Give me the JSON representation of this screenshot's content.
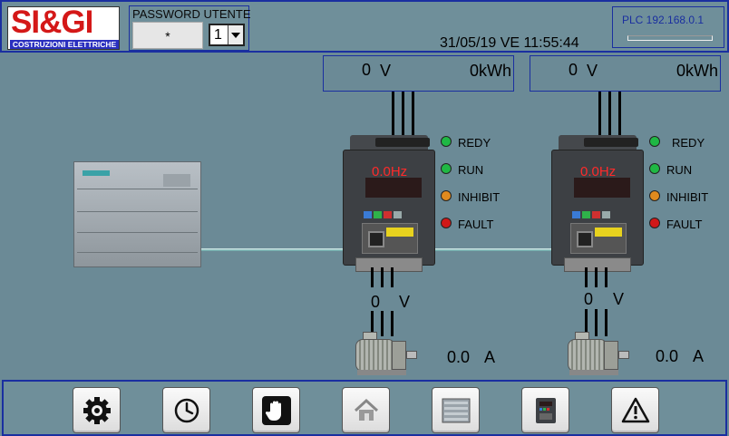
{
  "header": {
    "logo": {
      "text": "SI&GI",
      "subtitle": "COSTRUZIONI ELETTRICHE"
    },
    "password": {
      "label": "PASSWORD UTENTE",
      "value": "*"
    },
    "user_select": {
      "value": "1"
    },
    "datetime": "31/05/19 VE 11:55:44",
    "plc": {
      "label": "PLC 192.168.0.1"
    }
  },
  "drives": [
    {
      "meter": {
        "voltage": "0",
        "voltage_unit": "V",
        "energy": "0kWh"
      },
      "frequency": "0.0Hz",
      "status": [
        {
          "label": "REDY",
          "color": "#1fb844"
        },
        {
          "label": "RUN",
          "color": "#1fb844"
        },
        {
          "label": "INHIBIT",
          "color": "#e08a1e"
        },
        {
          "label": "FAULT",
          "color": "#d01818"
        }
      ],
      "motor": {
        "voltage": "0",
        "voltage_unit": "V",
        "current": "0.0",
        "current_unit": "A"
      }
    },
    {
      "meter": {
        "voltage": "0",
        "voltage_unit": "V",
        "energy": "0kWh"
      },
      "frequency": "0.0Hz",
      "status": [
        {
          "label": "REDY",
          "color": "#1fb844"
        },
        {
          "label": "RUN",
          "color": "#1fb844"
        },
        {
          "label": "INHIBIT",
          "color": "#e08a1e"
        },
        {
          "label": "FAULT",
          "color": "#d01818"
        }
      ],
      "motor": {
        "voltage": "0",
        "voltage_unit": "V",
        "current": "0.0",
        "current_unit": "A"
      }
    }
  ],
  "toolbar": [
    {
      "name": "settings-button",
      "icon": "gear-icon"
    },
    {
      "name": "clock-button",
      "icon": "clock-icon"
    },
    {
      "name": "manual-button",
      "icon": "hand-stop-icon"
    },
    {
      "name": "home-button",
      "icon": "home-icon"
    },
    {
      "name": "plc-button",
      "icon": "plc-icon"
    },
    {
      "name": "inverter-button",
      "icon": "inverter-icon"
    },
    {
      "name": "alarm-button",
      "icon": "warning-icon"
    }
  ],
  "colors": {
    "accent_border": "#1a2fa0",
    "background": "#6b8a96",
    "hz_display": "#ff2a2a"
  }
}
